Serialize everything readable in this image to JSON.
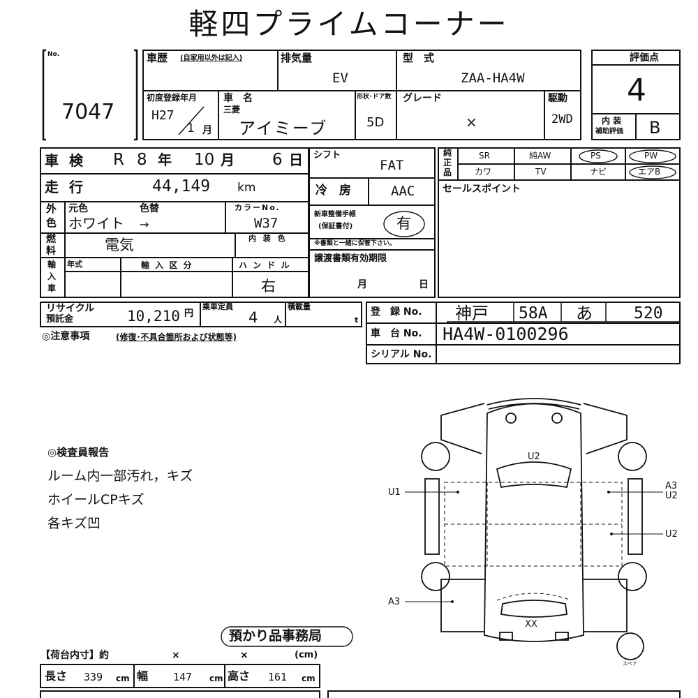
{
  "title": "軽四プライムコーナー",
  "lot": {
    "no_label": "No.",
    "number": "7047"
  },
  "header": {
    "history_label": "車歴",
    "history_note": "(自家用以外は記入)",
    "exhaust_label": "排気量",
    "exhaust_value": "EV",
    "model_label": "型　式",
    "model_value": "ZAA-HA4W",
    "first_reg_label": "初度登録年月",
    "first_reg_era": "H27",
    "first_reg_month": "1",
    "first_reg_month_unit": "月",
    "carname_label": "車　名",
    "maker": "三菱",
    "carname_value": "アイミーブ",
    "doors_label": "形状･ドア数",
    "doors_value": "5D",
    "grade_label": "グレード",
    "grade_value": "×",
    "drive_label": "駆動",
    "drive_value": "2WD"
  },
  "score": {
    "label": "評価点",
    "value": "4",
    "interior_label_1": "内 装",
    "interior_label_2": "補助評価",
    "interior_value": "B"
  },
  "inspection": {
    "label": "車 検",
    "era": "R",
    "year": "8",
    "year_unit": "年",
    "month": "10",
    "month_unit": "月",
    "day": "6",
    "day_unit": "日"
  },
  "mileage": {
    "label": "走 行",
    "value": "44,149",
    "unit": "km"
  },
  "shift": {
    "label": "シフト",
    "value": "FAT"
  },
  "cooler": {
    "label": "冷　房",
    "value": "AAC"
  },
  "warranty": {
    "label_1": "新車整備手帳",
    "label_2": "(保証書付)",
    "value": "有",
    "note": "※書類と一緒に保管下さい。"
  },
  "transfer": {
    "label": "譲渡書類有効期限",
    "month_unit": "月",
    "day_unit": "日"
  },
  "equipment": {
    "label_chars": [
      "純",
      "正",
      "品"
    ],
    "row1": [
      "SR",
      "純AW",
      "PS",
      "PW"
    ],
    "row2": [
      "カワ",
      "TV",
      "ナビ",
      "エアB"
    ]
  },
  "sales_point": {
    "label": "セールスポイント"
  },
  "color": {
    "side_1": "外",
    "side_2": "色",
    "orig_label": "元色",
    "change_label": "色替",
    "color_no_label": "カラーNo.",
    "value": "ホワイト",
    "arrow": "→",
    "color_no": "W37",
    "interior_color_label": "内 装 色"
  },
  "fuel": {
    "side_1": "燃",
    "side_2": "料",
    "value": "電気"
  },
  "import": {
    "side_chars": [
      "輸",
      "入",
      "車"
    ],
    "year_label": "年式",
    "class_label": "輸 入 区 分",
    "handle_label": "ハ ン ド ル",
    "handle_value": "右"
  },
  "recycle": {
    "label_1": "リサイクル",
    "label_2": "預託金",
    "value": "10,210",
    "unit": "円",
    "capacity_label": "乗車定員",
    "capacity_value": "4",
    "capacity_unit": "人",
    "load_label": "積載量",
    "load_unit": "t"
  },
  "registration": {
    "label": "登　録 No.",
    "area": "神戸",
    "class_no": "58A",
    "kana": "あ",
    "number": "520"
  },
  "chassis": {
    "label": "車　台 No.",
    "value": "HA4W-0100296"
  },
  "serial": {
    "label": "シリアル No."
  },
  "notes_label": "◎注意事項",
  "notes_sub": "(修復･不具合箇所および状態等)",
  "report": {
    "title": "◎検査員報告",
    "lines": [
      "ルーム内一部汚れ，キズ",
      "ホイールCPキズ",
      "各キズ凹"
    ]
  },
  "diagram": {
    "labels": {
      "top": "U2",
      "left1": "U1",
      "right1a": "A3",
      "right1b": "U2",
      "right2": "U2",
      "left2": "A3",
      "rear": "XX"
    },
    "spare_label": "スペア"
  },
  "storage": {
    "label": "預かり品事務局"
  },
  "cargo": {
    "label": "【荷台内寸】約",
    "x1": "×",
    "x2": "×",
    "cm": "(cm)",
    "length_label": "長さ",
    "length_value": "339",
    "width_label": "幅",
    "width_value": "147",
    "height_label": "高さ",
    "height_value": "161",
    "unit": "cm"
  }
}
